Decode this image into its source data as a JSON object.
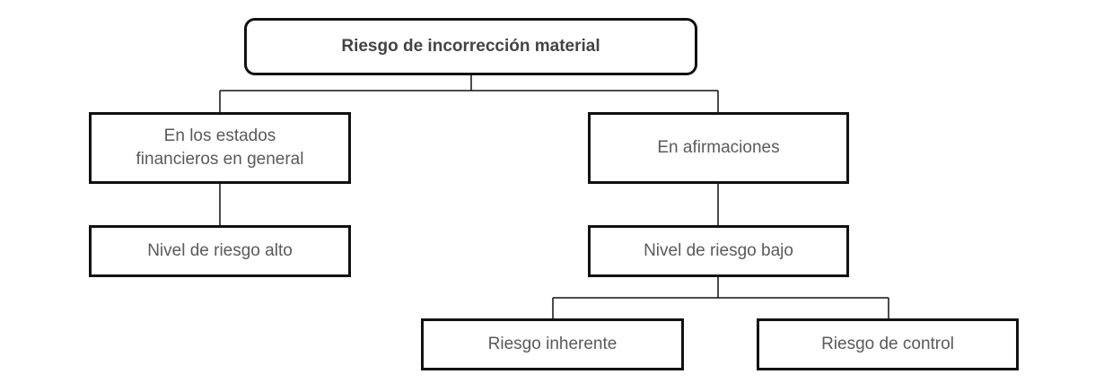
{
  "nodes": {
    "root": "Riesgo de incorrección material",
    "estados": "En los estados financieros en general",
    "afirmaciones": "En afirmaciones",
    "riesgo_alto": "Nivel de riesgo alto",
    "riesgo_bajo": "Nivel de riesgo bajo",
    "inherente": "Riesgo inherente",
    "control": "Riesgo de control"
  },
  "colors": {
    "border": "#111111",
    "text": "#5a5a5a",
    "root_text": "#444444"
  }
}
